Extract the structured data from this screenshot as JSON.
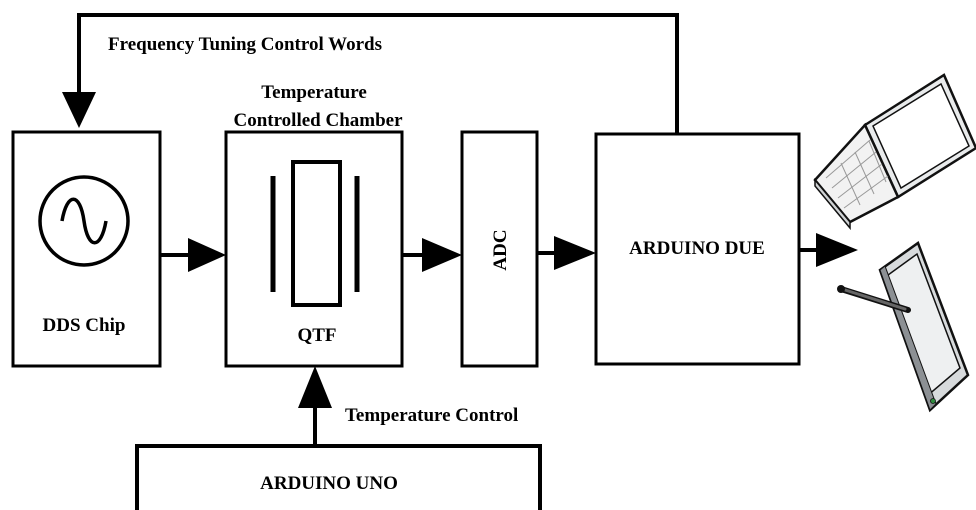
{
  "labels": {
    "feedback": "Frequency Tuning Control Words",
    "chamber_line1": "Temperature",
    "chamber_line2": "Controlled Chamber",
    "dds": "DDS Chip",
    "qtf": "QTF",
    "adc": "ADC",
    "due": "ARDUINO DUE",
    "uno": "ARDUINO UNO",
    "temp_control": "Temperature Control"
  },
  "icons": {
    "oscillator": "sine-wave-icon",
    "crystal": "quartz-tuning-fork-icon",
    "laptop": "laptop-icon",
    "tablet": "tablet-icon",
    "stylus": "stylus-icon"
  }
}
